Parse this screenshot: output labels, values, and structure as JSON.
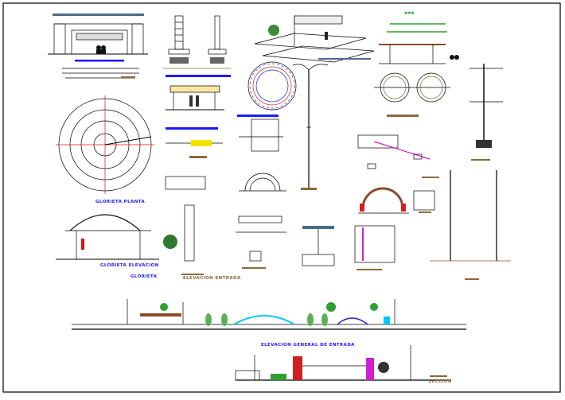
{
  "labels": {
    "glorieta_planta": "GLORIETA PLANTA",
    "glorieta_elevacion": "GLORIETA ELEVACION",
    "glorieta": "GLORIETA",
    "elevacion_entrada": "ELEVACION ENTRADA",
    "elevacion_general": "ELEVACION GENERAL DE ENTRADA",
    "section": "SECCION"
  },
  "colors": {
    "line": "#000000",
    "title_bar": "#1a1aff",
    "annotation": "#8a6a3a",
    "grass": "#2fa02f",
    "red": "#e01010",
    "cyan": "#00c8ff",
    "magenta": "#d020d0"
  }
}
